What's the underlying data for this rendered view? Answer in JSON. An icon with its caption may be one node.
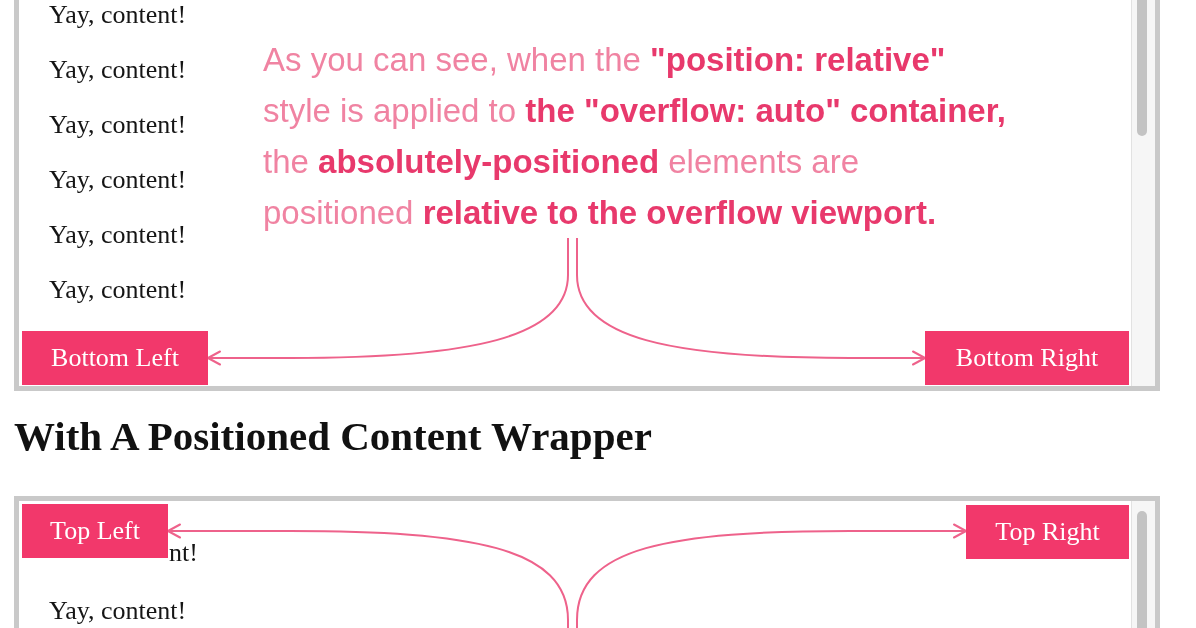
{
  "diagram": {
    "nodes": [
      {
        "text": [
          "Yay, content!",
          "Yay, content!",
          "Yay, content!",
          "Yay, content!",
          "Yay, content!",
          "Yay, content!"
        ]
      },
      {
        "text": [
          "As you can see, when the **\"position: relative\"** style is applied to **the \"overflow: auto\" container,** the **absolutely-positioned** elements are positioned **relative to the overflow viewport.**"
        ],
        "in": 0
      },
      {
        "text": [
          "Bottom Left"
        ],
        "in": 0
      },
      {
        "text": [
          "Bottom Right"
        ],
        "in": 0
      },
      {
        "text": [
          "nt!",
          "Yay, content!"
        ]
      },
      {
        "text": [
          "Top Left"
        ],
        "in": 4
      },
      {
        "text": [
          "Top Right"
        ],
        "in": 4
      }
    ],
    "edges": [
      {
        "from": 1,
        "to": 2,
        "arrow": "to"
      },
      {
        "from": 1,
        "to": 3,
        "arrow": "to"
      },
      {
        "from": null,
        "to": 5,
        "arrow": "to"
      },
      {
        "from": null,
        "to": 6,
        "arrow": "to"
      }
    ],
    "labels": [
      "With A Positioned Content Wrapper"
    ]
  }
}
